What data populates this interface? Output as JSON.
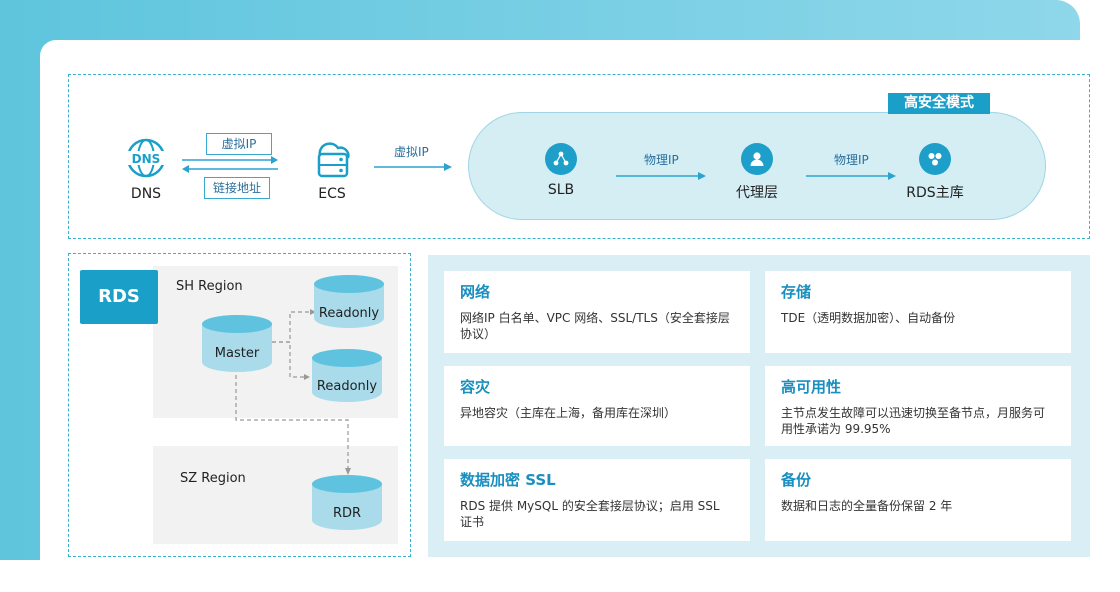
{
  "top": {
    "dns_label": "DNS",
    "dns_glyph": "DNS",
    "ecs_label": "ECS",
    "virtual_ip_tag": "虚拟IP",
    "link_address_tag": "链接地址",
    "virtual_ip_arrow": "虚拟IP",
    "high_security_tag": "高安全模式",
    "slb_label": "SLB",
    "physical_ip_1": "物理IP",
    "proxy_label": "代理层",
    "physical_ip_2": "物理IP",
    "rds_master_label": "RDS主库"
  },
  "rds_panel": {
    "badge": "RDS",
    "sh_region": "SH Region",
    "sz_region": "SZ Region",
    "master": "Master",
    "readonly_1": "Readonly",
    "readonly_2": "Readonly",
    "rdr": "RDR"
  },
  "features": [
    {
      "title": "网络",
      "desc": "网络IP 白名单、VPC 网络、SSL/TLS（安全套接层协议）"
    },
    {
      "title": "存储",
      "desc": "TDE（透明数据加密）、自动备份"
    },
    {
      "title": "容灾",
      "desc": "异地容灾（主库在上海，备用库在深圳）"
    },
    {
      "title": "高可用性",
      "desc": "主节点发生故障可以迅速切换至备节点，月服务可用性承诺为 99.95%"
    },
    {
      "title": "数据加密 SSL",
      "desc": "RDS 提供 MySQL 的安全套接层协议；启用 SSL 证书"
    },
    {
      "title": "备份",
      "desc": "数据和日志的全量备份保留 2 年"
    }
  ],
  "colors": {
    "accent": "#1a9fc9",
    "band": "#7fd1e6",
    "pill": "#d4eef4",
    "panel": "#d9eff5"
  }
}
